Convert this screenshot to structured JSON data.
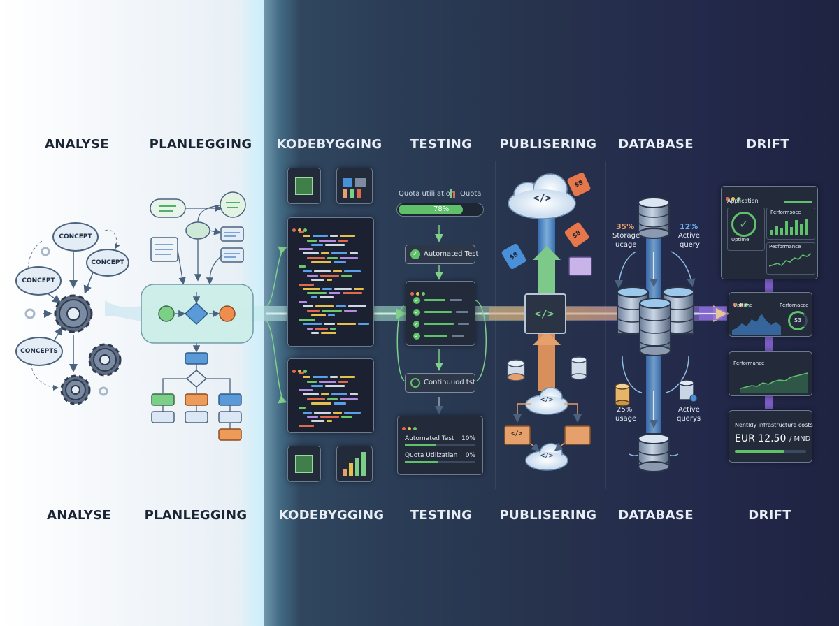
{
  "stages_top": [
    "ANALYSE",
    "PLANLEGGING",
    "KODEBYGGING",
    "TESTING",
    "PUBLISERING",
    "DATABASE",
    "DRIFT"
  ],
  "stages_bottom": [
    "ANALYSE",
    "PLANLEGGING",
    "KODEBYGGING",
    "TESTING",
    "PUBLISERING",
    "DATABASE",
    "DRIFT"
  ],
  "analyse": {
    "bubbles": [
      "CONCEPT",
      "CONCEPT",
      "CONCEPT",
      "CONCEPTS"
    ]
  },
  "testing": {
    "quota_label": "Quota utiliiation",
    "quota_label2": "Quota",
    "quota_value": "78%",
    "quota_fill": 0.78,
    "automated_test": "Automated Test",
    "continuous_test": "Continuuod tst",
    "panel": {
      "row1_label": "Automated Test",
      "row1_value": "10%",
      "row2_label": "Quota Utilizatian",
      "row2_value": "0%"
    }
  },
  "publisering": {
    "tags": [
      "$8",
      "$8",
      "$8"
    ],
    "code_glyph": "</>"
  },
  "database": {
    "storage_pct": "35%",
    "storage_label_1": "Storage",
    "storage_label_2": "ucage",
    "active_pct": "12%",
    "active_label_1": "Active",
    "active_label_2": "query",
    "usage_pct": "25%",
    "usage_label": "usage",
    "active2_label_1": "Active",
    "active2_label_2": "querys"
  },
  "drift": {
    "app_title": "Application",
    "perf_label": "Performsoce",
    "uptime_label": "Uptime",
    "perf2_label": "Pecformance",
    "uptime2_label": "Upltime",
    "perf3_label": "Perfornacce",
    "gauge_value": "S3",
    "performance_label": "Performance",
    "cost_title": "Nentldy infrastructure costs",
    "cost_value": "EUR 12.50",
    "cost_unit": "/ MND",
    "colors": {
      "green": "#48c774",
      "blue": "#4a90d9",
      "purple": "#8a5cd0"
    }
  }
}
